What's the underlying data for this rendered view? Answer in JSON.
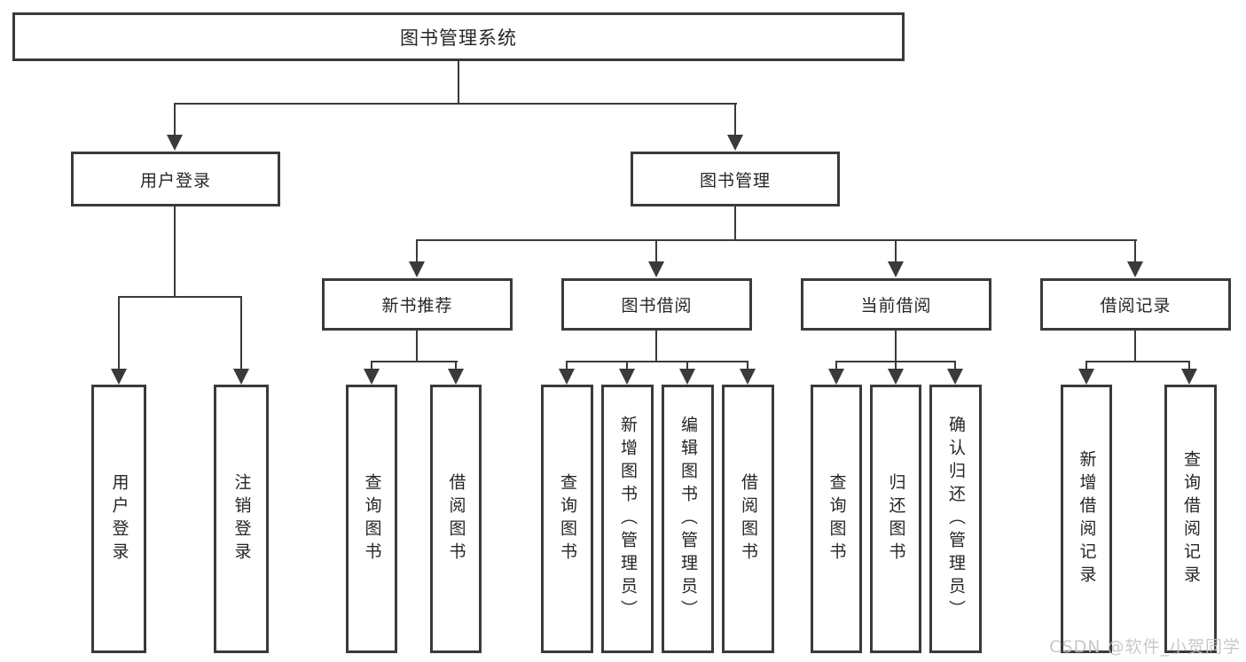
{
  "diagram": {
    "root": {
      "label": "图书管理系统"
    },
    "branches": [
      {
        "label": "用户登录",
        "children": [
          "用户登录",
          "注销登录"
        ]
      },
      {
        "label": "图书管理",
        "sections": [
          {
            "label": "新书推荐",
            "children": [
              "查询图书",
              "借阅图书"
            ]
          },
          {
            "label": "图书借阅",
            "children": [
              "查询图书",
              "新增图书（管理员）",
              "编辑图书（管理员）",
              "借阅图书"
            ]
          },
          {
            "label": "当前借阅",
            "children": [
              "查询图书",
              "归还图书",
              "确认归还（管理员）"
            ]
          },
          {
            "label": "借阅记录",
            "children": [
              "新增借阅记录",
              "查询借阅记录"
            ]
          }
        ]
      }
    ],
    "watermark": "CSDN @软件_小贺同学",
    "colors": {
      "line": "#3a3a3a",
      "text": "#262626",
      "watermark": "#c3c3c3",
      "background": "#ffffff"
    }
  }
}
